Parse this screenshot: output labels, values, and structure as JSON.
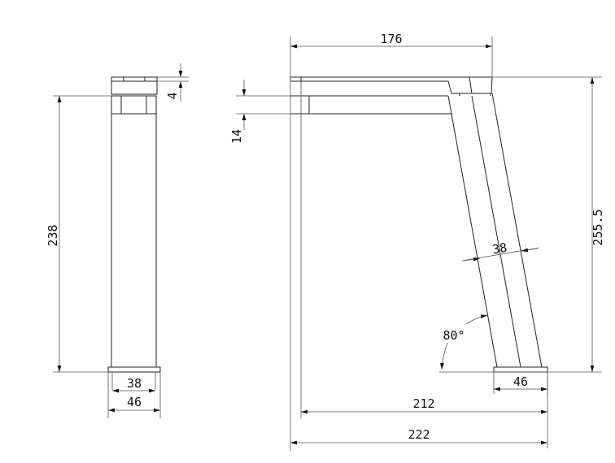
{
  "side_view": {
    "dims": {
      "height": "238",
      "handle": "4",
      "stem_width": "38",
      "base_width": "46"
    }
  },
  "front_view": {
    "dims": {
      "spout_length": "176",
      "spout_thickness": "14",
      "total_height": "255.5",
      "body_width": "38",
      "angle": "80°",
      "base_width": "46",
      "reach_inner": "212",
      "reach_total": "222"
    }
  }
}
